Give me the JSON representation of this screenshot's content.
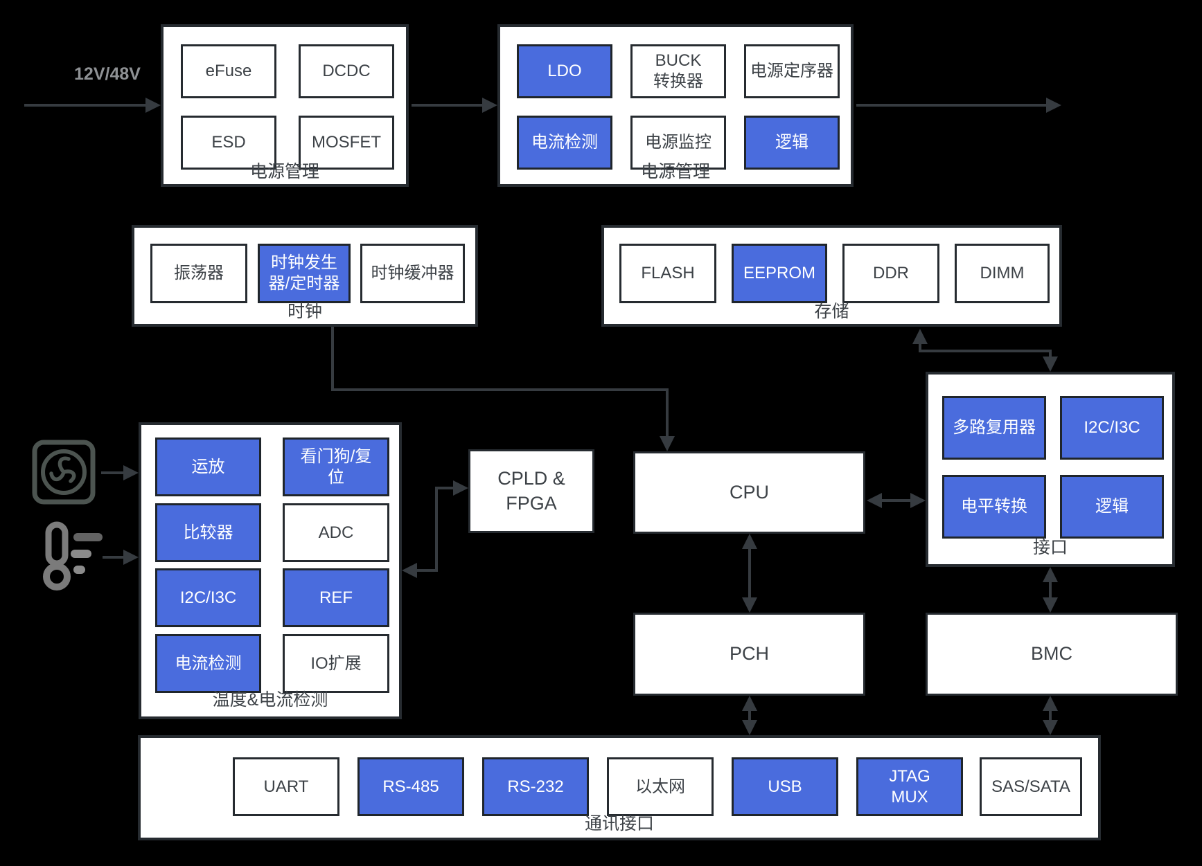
{
  "diagram": {
    "background": "#000000",
    "colors": {
      "highlight_blue": "#4a6cdd",
      "box_white": "#ffffff",
      "box_border": "#262b30",
      "arrow": "#363b40",
      "text_dark": "#3d4247",
      "input_label_gray": "#8e9194"
    },
    "input_label": "12V/48V",
    "groups": {
      "power_mgmt_1": {
        "label": "电源管理",
        "items": [
          {
            "text": "eFuse",
            "style": "white"
          },
          {
            "text": "DCDC",
            "style": "white"
          },
          {
            "text": "ESD",
            "style": "white"
          },
          {
            "text": "MOSFET",
            "style": "white"
          }
        ]
      },
      "power_mgmt_2": {
        "label": "电源管理",
        "items": [
          {
            "text": "LDO",
            "style": "blue"
          },
          {
            "text": "BUCK\n转换器",
            "style": "white"
          },
          {
            "text": "电源定序器",
            "style": "white"
          },
          {
            "text": "电流检测",
            "style": "blue"
          },
          {
            "text": "电源监控",
            "style": "white"
          },
          {
            "text": "逻辑",
            "style": "blue"
          }
        ]
      },
      "clock": {
        "label": "时钟",
        "items": [
          {
            "text": "振荡器",
            "style": "white"
          },
          {
            "text": "时钟发生\n器/定时器",
            "style": "blue"
          },
          {
            "text": "时钟缓冲器",
            "style": "white"
          }
        ]
      },
      "storage": {
        "label": "存储",
        "items": [
          {
            "text": "FLASH",
            "style": "white"
          },
          {
            "text": "EEPROM",
            "style": "blue"
          },
          {
            "text": "DDR",
            "style": "white"
          },
          {
            "text": "DIMM",
            "style": "white"
          }
        ]
      },
      "temp_current": {
        "label": "温度&电流检测",
        "items": [
          {
            "text": "运放",
            "style": "blue"
          },
          {
            "text": "看门狗/复\n位",
            "style": "blue"
          },
          {
            "text": "比较器",
            "style": "blue"
          },
          {
            "text": "ADC",
            "style": "white"
          },
          {
            "text": "I2C/I3C",
            "style": "blue"
          },
          {
            "text": "REF",
            "style": "blue"
          },
          {
            "text": "电流检测",
            "style": "blue"
          },
          {
            "text": "IO扩展",
            "style": "white"
          }
        ]
      },
      "interface": {
        "label": "接口",
        "items": [
          {
            "text": "多路复用器",
            "style": "blue"
          },
          {
            "text": "I2C/I3C",
            "style": "blue"
          },
          {
            "text": "电平转换",
            "style": "blue"
          },
          {
            "text": "逻辑",
            "style": "blue"
          }
        ]
      },
      "comm": {
        "label": "通讯接口",
        "items": [
          {
            "text": "UART",
            "style": "white"
          },
          {
            "text": "RS-485",
            "style": "blue"
          },
          {
            "text": "RS-232",
            "style": "blue"
          },
          {
            "text": "以太网",
            "style": "white"
          },
          {
            "text": "USB",
            "style": "blue"
          },
          {
            "text": "JTAG\nMUX",
            "style": "blue"
          },
          {
            "text": "SAS/SATA",
            "style": "white"
          }
        ]
      }
    },
    "nodes": {
      "cpld": "CPLD &\nFPGA",
      "cpu": "CPU",
      "pch": "PCH",
      "bmc": "BMC"
    },
    "icons": [
      {
        "name": "fan-icon"
      },
      {
        "name": "thermometer-icon"
      }
    ]
  }
}
